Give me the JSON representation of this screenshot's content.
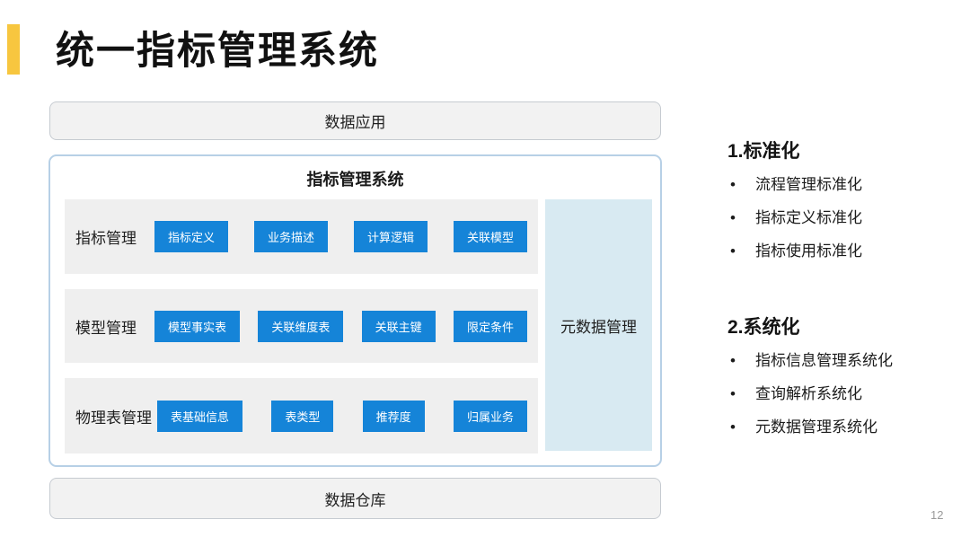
{
  "slide": {
    "title": "统一指标管理系统",
    "page_number": "12"
  },
  "diagram": {
    "top_box": "数据应用",
    "system_box": {
      "title": "指标管理系统",
      "rows": [
        {
          "label": "指标管理",
          "buttons": [
            "指标定义",
            "业务描述",
            "计算逻辑",
            "关联模型"
          ]
        },
        {
          "label": "模型管理",
          "buttons": [
            "模型事实表",
            "关联维度表",
            "关联主键",
            "限定条件"
          ]
        },
        {
          "label": "物理表管理",
          "buttons": [
            "表基础信息",
            "表类型",
            "推荐度",
            "归属业务"
          ]
        }
      ],
      "side_box": "元数据管理"
    },
    "bottom_box": "数据仓库"
  },
  "notes": {
    "sections": [
      {
        "heading": "1.标准化",
        "items": [
          "流程管理标准化",
          "指标定义标准化",
          "指标使用标准化"
        ]
      },
      {
        "heading": "2.系统化",
        "items": [
          "指标信息管理系统化",
          "查询解析系统化",
          "元数据管理系统化"
        ]
      }
    ]
  },
  "colors": {
    "accent_yellow": "#F7C63F",
    "button_blue": "#1584D8",
    "row_gray": "#EFEFEF",
    "metadata_blue": "#D8EAF2",
    "system_border_blue": "#B7D0E6"
  }
}
